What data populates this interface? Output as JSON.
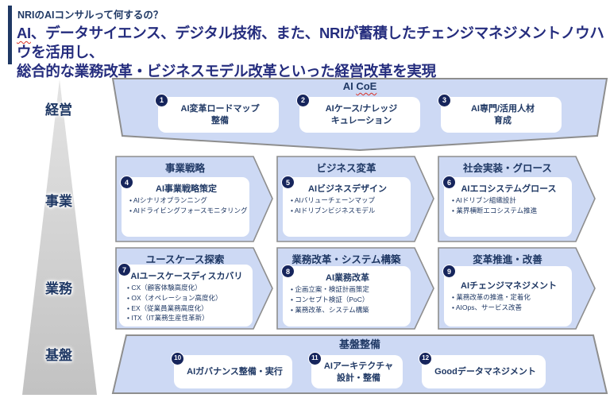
{
  "colors": {
    "navy": "#1f3864",
    "headline_blue": "#252d7e",
    "panel_blue": "#cdd9f4",
    "border_gray": "#8e8e8e",
    "badge_navy": "#16255c",
    "squiggle_red": "#d93025"
  },
  "header": {
    "kicker": "NRIのAIコンサルって何するの？",
    "headline_lead": "AI",
    "headline_line1_rest": "、データサイエンス、デジタル技術、また、NRIが蓄積したチェンジマネジメントノウハウを活用し、",
    "headline_line2": "総合的な業務改革・ビジネスモデル改革といった経営改革を実現"
  },
  "pyramid": {
    "levels": [
      "経営",
      "事業",
      "業務",
      "基盤"
    ]
  },
  "coe": {
    "title_lead": "AI ",
    "title_word": "CoE",
    "items": [
      {
        "num": "1",
        "lines": [
          "AI変革ロードマップ",
          "整備"
        ]
      },
      {
        "num": "2",
        "lines": [
          "AIケース/ナレッジ",
          "キュレーション"
        ]
      },
      {
        "num": "3",
        "lines": [
          "AI専門/活用人材",
          "育成"
        ]
      }
    ]
  },
  "rows": [
    {
      "cells": [
        {
          "heading": "事業戦略",
          "num": "4",
          "title": "AI事業戦略策定",
          "bullets": [
            "AIシナリオプランニング",
            "AIドライビングフォースモニタリング"
          ]
        },
        {
          "heading": "ビジネス変革",
          "num": "5",
          "title": "AIビジネスデザイン",
          "bullets": [
            "AIバリューチェーンマップ",
            "AIドリブンビジネスモデル"
          ]
        },
        {
          "heading": "社会実装・グロース",
          "num": "6",
          "title": "AIエコシステムグロース",
          "bullets": [
            "AIドリブン組織設計",
            "業界横断エコシステム推進"
          ]
        }
      ]
    },
    {
      "cells": [
        {
          "heading": "ユースケース探索",
          "num": "7",
          "title": "AIユースケースディスカバリ",
          "bullets": [
            "CX（顧客体験高度化）",
            "OX（オペレーション高度化）",
            "EX（従業員業務高度化）",
            "ITX（IT業務生産性革新）"
          ]
        },
        {
          "heading": "業務改革・システム構築",
          "num": "8",
          "title": "AI業務改革",
          "bullets": [
            "企画立案・検証計画策定",
            "コンセプト検証（PoC）",
            "業務改革、システム構築"
          ]
        },
        {
          "heading": "変革推進・改善",
          "num": "9",
          "title": "AIチェンジマネジメント",
          "bullets": [
            "業務改革の推進・定着化",
            "AIOps、サービス改善"
          ]
        }
      ]
    }
  ],
  "foundation": {
    "title": "基盤整備",
    "items": [
      {
        "num": "10",
        "lines": [
          "AIガバナンス整備・実行",
          ""
        ]
      },
      {
        "num": "11",
        "lines": [
          "AIアーキテクチャ",
          "設計・整備"
        ]
      },
      {
        "num": "12",
        "lines": [
          "Goodデータマネジメント",
          ""
        ]
      }
    ]
  }
}
